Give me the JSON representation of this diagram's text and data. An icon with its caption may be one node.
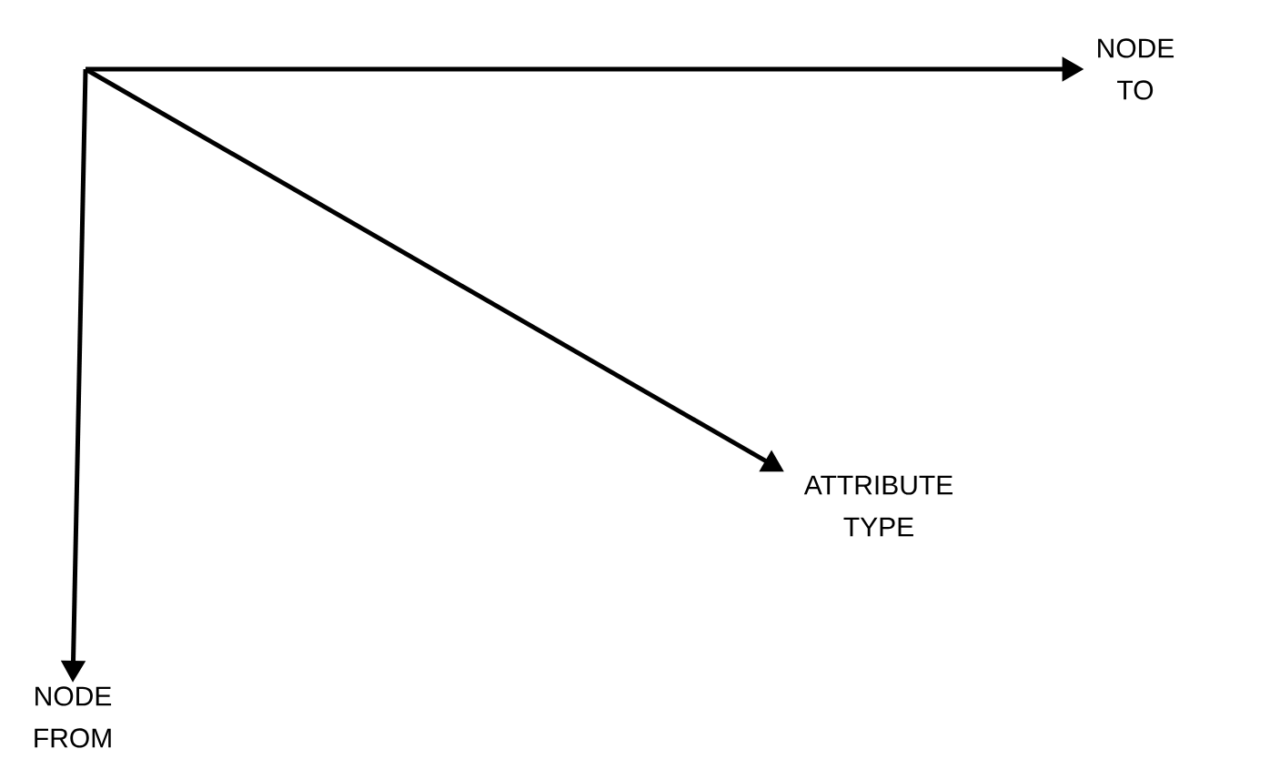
{
  "diagram": {
    "nodes": [
      {
        "text": [
          "NODE TO"
        ]
      },
      {
        "text": [
          "ATTRIBUTE TYPE"
        ]
      },
      {
        "text": [
          "NODE FROM"
        ]
      }
    ],
    "edges": [
      {
        "from": null,
        "to": 0,
        "arrow": "to"
      },
      {
        "from": null,
        "to": 1,
        "arrow": "to"
      },
      {
        "from": null,
        "to": 2,
        "arrow": "to"
      }
    ]
  }
}
